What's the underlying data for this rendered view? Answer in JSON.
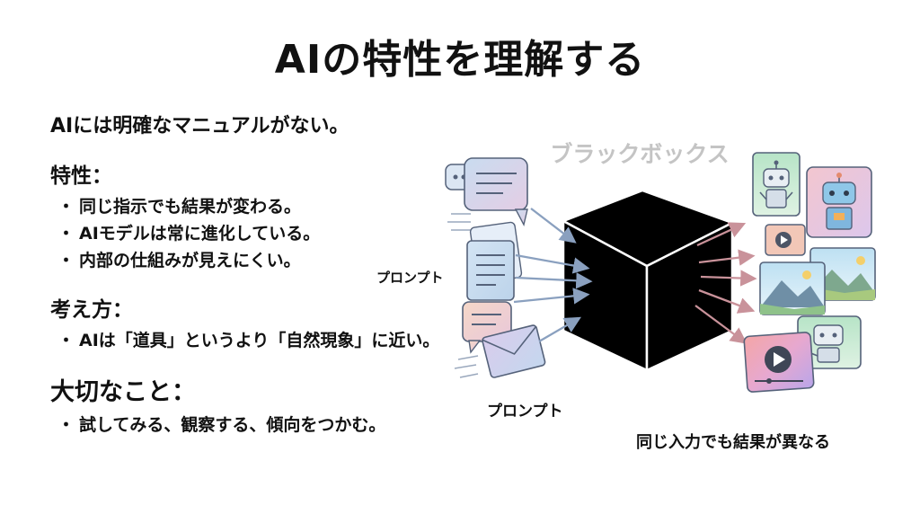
{
  "title": "AIの特性を理解する",
  "intro": "AIには明確なマニュアルがない。",
  "sections": [
    {
      "heading": "特性：",
      "items": [
        "同じ指示でも結果が変わる。",
        "AIモデルは常に進化している。",
        "内部の仕組みが見えにくい。"
      ]
    },
    {
      "heading": "考え方：",
      "items": [
        "AIは「道具」というより「自然現象」に近い。"
      ]
    },
    {
      "heading": "大切なこと：",
      "items": [
        "試してみる、観察する、傾向をつかむ。"
      ]
    }
  ],
  "diagram": {
    "black_box_label": "ブラックボックス",
    "prompt_label_left": "プロンプト",
    "prompt_label_bottom": "プロンプト",
    "output_caption": "同じ入力でも結果が異なる"
  },
  "colors": {
    "box": "#000000",
    "box_label": "#c4c4c4",
    "input_arrow": "#8aa0bf",
    "output_arrow": "#c9929a"
  },
  "icons": {
    "inputs": [
      "chat-bubble-icon",
      "document-icon",
      "message-card-icon",
      "envelope-icon"
    ],
    "outputs": [
      "robot-card-icon",
      "robot-card-icon",
      "play-video-icon",
      "landscape-image-icon",
      "landscape-image-icon",
      "robot-card-icon",
      "play-video-icon"
    ]
  }
}
